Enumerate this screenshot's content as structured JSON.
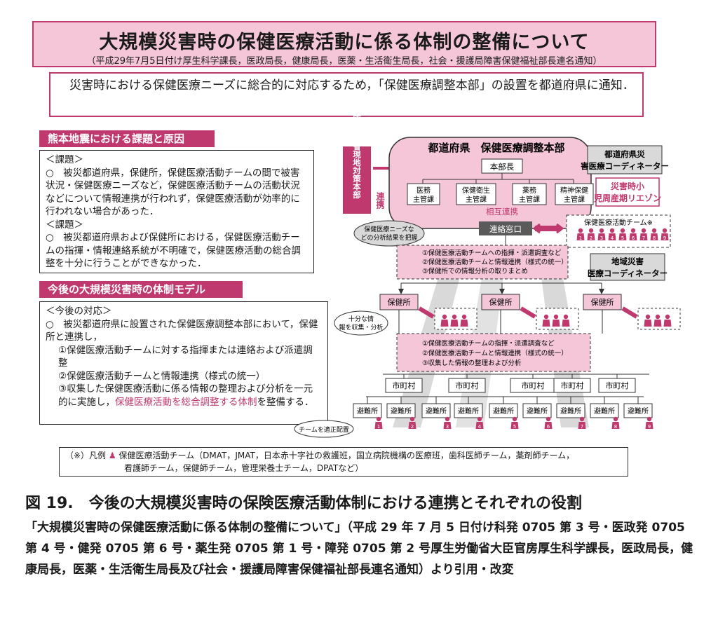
{
  "title": {
    "main": "大規模災害時の保健医療活動に係る体制の整備について",
    "sub": "（平成29年7月5日付け厚生科学課長，医政局長，健康局長，医薬・生活衛生局長，社会・援護局障害保健福祉部長連名通知）"
  },
  "intro": "　災害時における保健医療ニーズに総合的に対応するため，「保健医療調整本部」の設置を都道府県に通知．",
  "section1": {
    "header": "熊本地震における課題と原因",
    "issue1_label": "＜課題＞",
    "issue1_text": "○　被災都道府県，保健所，保健医療活動チームの間で被害状況・保健医療ニーズなど，保健医療活動チームの活動状況などについて情報連携が行われず，保健医療活動が効率的に行われない場合があった．",
    "issue2_label": "＜課題＞",
    "issue2_text": "○　被災都道府県および保健所における，保健医療活動チームの指揮・情報連絡系統が不明確で，保健医療活動の総合調整を十分に行うことができなかった．"
  },
  "section2": {
    "header": "今後の大規模災害時の体制モデル",
    "label": "＜今後の対応＞",
    "intro": "○　被災都道府県に設置された保健医療調整本部において，保健所と連携し，",
    "item1": "①保健医療活動チームに対する指揮または連絡および派遣調整",
    "item2": "②保健医療活動チームと情報連携（様式の統一）",
    "item3_a": "③収集した保健医療活動に係る情報の整理および分析を一元的に実施し，",
    "item3_highlight": "保健医療活動を総合調整する体制",
    "item3_b": "を整備する．"
  },
  "diagram": {
    "mhlw": "厚生労働省現地対策本部",
    "renkei": "連携",
    "hq_title": "都道府県　保健医療調整本部",
    "honbucho": "本部長",
    "dept1": "医務主管課",
    "dept2": "保健衛生主管課",
    "dept3": "薬務主管課",
    "dept4": "精神保健主管課",
    "sogo": "相互連携",
    "window": "連絡窓口",
    "pref_coord": "都道府県災害医療コーディネーター",
    "pediatric": "災害時小児周産期リエゾン",
    "team_label": "保健医療活動チーム※",
    "needs_bubble": "保健医療ニーズなどの分析結果を把握",
    "pref_tasks": [
      "①保健医療活動チームへの指揮・派遣調査など",
      "②保健医療活動チームと情報連携（様式の統一）",
      "③保健所での情報分析の取りまとめ"
    ],
    "area_coord": "地域災害医療コーディネーター",
    "hokenjo": "保健所",
    "info_bubble": "十分な情報を収集・分析",
    "hc_tasks": [
      "①保健医療活動チームの指揮・派遣調査など",
      "②保健医療活動チームと情報連携（様式の統一）",
      "③収集した情報の整理および分析"
    ],
    "municipality": "市町村",
    "shelter": "避難所",
    "deploy_bubble": "チームを適正配置",
    "team_numbers": [
      "1",
      "2",
      "3",
      "4",
      "5",
      "6",
      "7",
      "8",
      "9"
    ]
  },
  "legend": {
    "prefix": "（※）凡例",
    "line1": "保健医療活動チーム（DMAT，JMAT，日本赤十字社の救護班，国立病院機構の医療班，歯科医師チーム，薬剤師チーム，",
    "line2": "看護師チーム，保健師チーム，管理栄養士チーム，DPATなど）"
  },
  "caption": "図 19.　今後の大規模災害時の保険医療活動体制における連携とそれぞれの役割",
  "source": "「大規模災害時の保健医療活動に係る体制の整備について」（平成 29 年 7 月 5 日付け科発 0705 第 3 号・医政発 0705 第 4 号・健発 0705 第 6 号・薬生発 0705 第 1 号・障発 0705 第 2 号厚生労働省大臣官房厚生科学課長，医政局長，健康局長，医薬・生活衛生局長及び社会・援護局障害保健福祉部長連名通知）より引用・改変",
  "colors": {
    "accent": "#c0396e",
    "pink_light": "#f4c6d8",
    "pink_mid": "#e8a6c0",
    "gray": "#cccccc"
  }
}
